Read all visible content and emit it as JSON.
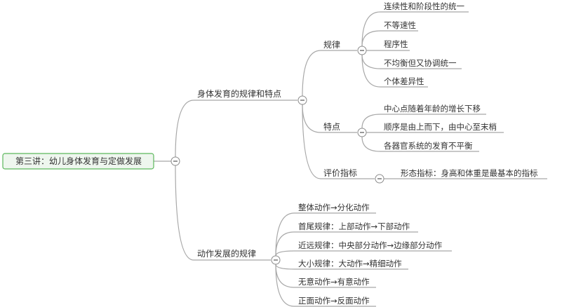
{
  "mindmap": {
    "root": {
      "label": "第三讲：幼儿身体发育与定做发展",
      "toggle_icon": "collapse-minus"
    },
    "branches": [
      {
        "label": "身体发育的规律和特点",
        "toggle_icon": "collapse-minus",
        "children": [
          {
            "label": "规律",
            "toggle_icon": "collapse-minus",
            "children": [
              {
                "label": "连续性和阶段性的统一"
              },
              {
                "label": "不等速性"
              },
              {
                "label": "程序性"
              },
              {
                "label": "不均衡但又协调统一"
              },
              {
                "label": "个体差异性"
              }
            ]
          },
          {
            "label": "特点",
            "toggle_icon": "collapse-minus",
            "children": [
              {
                "label": "中心点随着年龄的增长下移"
              },
              {
                "label": "顺序是由上而下，由中心至末梢"
              },
              {
                "label": "各器官系统的发育不平衡"
              }
            ]
          },
          {
            "label": "评价指标",
            "toggle_icon": "collapse-minus",
            "children": [
              {
                "label": "形态指标：身高和体重是最基本的指标"
              }
            ]
          }
        ]
      },
      {
        "label": "动作发展的规律",
        "toggle_icon": "collapse-minus",
        "children": [
          {
            "label": "整体动作→分化动作"
          },
          {
            "label": "首尾规律：上部动作→下部动作"
          },
          {
            "label": "近远规律：中央部分动作→边缘部分动作"
          },
          {
            "label": "大小规律：大动作→精细动作"
          },
          {
            "label": "无意动作→有意动作"
          },
          {
            "label": "正面动作→反面动作"
          }
        ]
      }
    ]
  },
  "colors": {
    "root_fill": "#eef6ee",
    "root_border": "#5cb85c",
    "edge": "#a8a8a8",
    "text": "#333333"
  }
}
